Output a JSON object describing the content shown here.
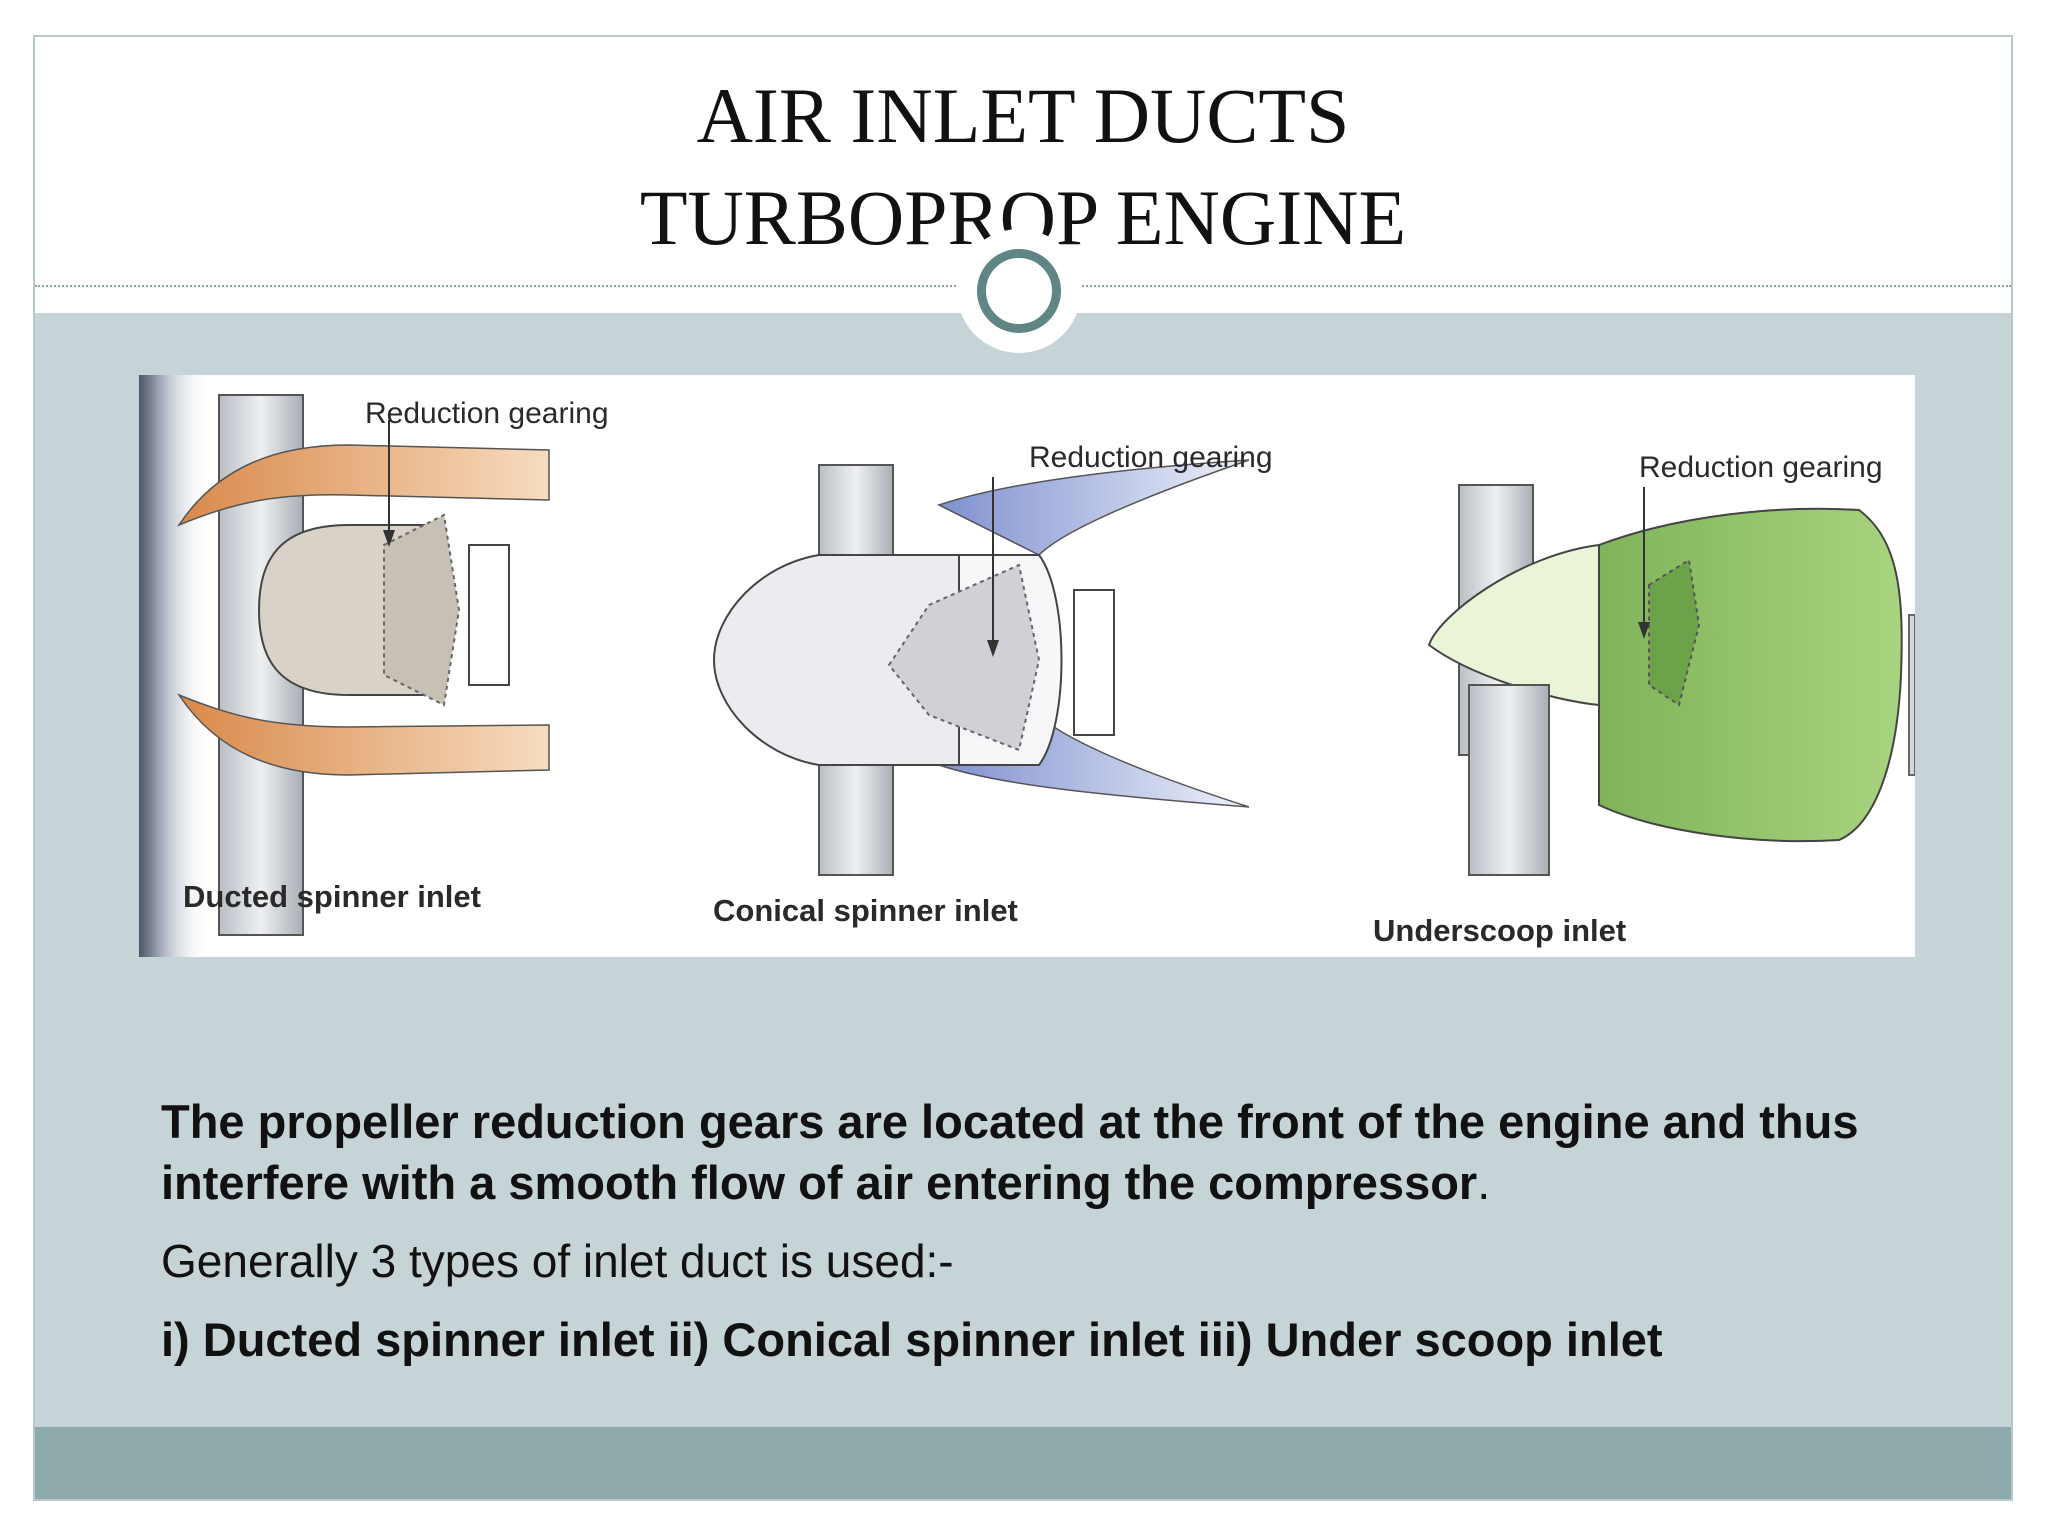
{
  "slide": {
    "title_line1": "AIR INLET DUCTS",
    "title_line2": "TURBOPROP ENGINE"
  },
  "figure": {
    "panels": [
      {
        "gearing_label": "Reduction gearing",
        "caption": "Ducted spinner inlet",
        "accent_color": "#e39a5a"
      },
      {
        "gearing_label": "Reduction gearing",
        "caption": "Conical spinner inlet",
        "accent_color": "#8e9fd4"
      },
      {
        "gearing_label": "Reduction gearing",
        "caption": "Underscoop inlet",
        "accent_color": "#8fc16a"
      }
    ]
  },
  "body": {
    "paragraph1_main": "The propeller reduction gears are located at the front of the engine and thus interfere with a smooth flow of air entering the compressor",
    "paragraph1_end": ".",
    "paragraph2": "Generally 3 types of inlet duct is used:-",
    "paragraph3": "i) Ducted spinner inlet ii) Conical spinner inlet iii) Under scoop inlet"
  },
  "colors": {
    "content_background": "#c6d3d7",
    "footer_band": "#8eaaab",
    "ornament_ring": "#5f8585"
  }
}
